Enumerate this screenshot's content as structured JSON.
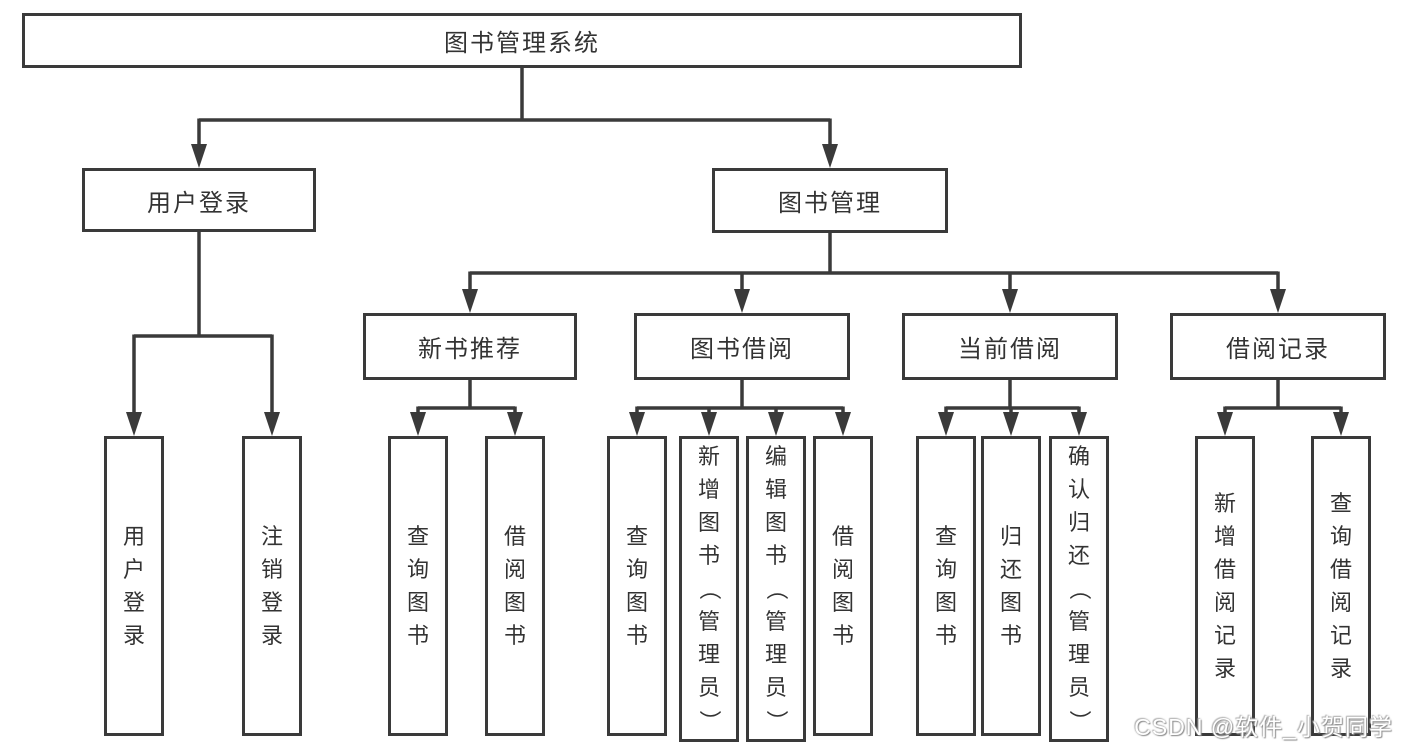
{
  "title": "图书管理系统",
  "tree": {
    "user": {
      "label": "用户登录",
      "children": [
        "用户登录",
        "注销登录"
      ]
    },
    "book": {
      "label": "图书管理",
      "sections": [
        {
          "label": "新书推荐",
          "children": [
            "查询图书",
            "借阅图书"
          ]
        },
        {
          "label": "图书借阅",
          "children": [
            "查询图书",
            "新增图书（管理员）",
            "编辑图书（管理员）",
            "借阅图书"
          ]
        },
        {
          "label": "当前借阅",
          "children": [
            "查询图书",
            "归还图书",
            "确认归还（管理员）"
          ]
        },
        {
          "label": "借阅记录",
          "children": [
            "新增借阅记录",
            "查询借阅记录"
          ]
        }
      ]
    }
  },
  "watermark": "CSDN @软件_小贺同学",
  "colors": {
    "line": "#3a3a3a",
    "text": "#333333",
    "background": "#ffffff",
    "watermark_fill": "#ffffff",
    "watermark_shadow": "#9a9a9a"
  }
}
